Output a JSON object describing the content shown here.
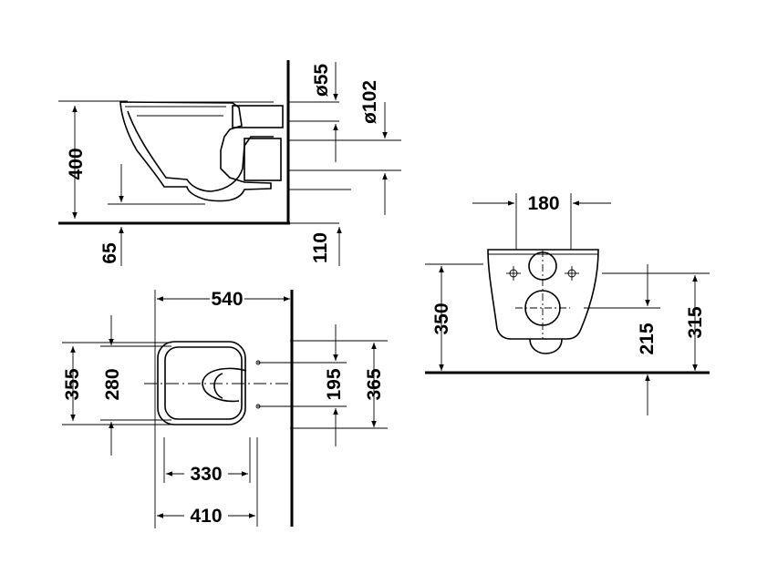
{
  "side_view": {
    "dims": {
      "height_400": "400",
      "floor_65": "65",
      "dia_55": "ø55",
      "dia_102": "ø102",
      "outlet_110": "110"
    }
  },
  "top_view": {
    "dims": {
      "length_540": "540",
      "width_355": "355",
      "width_280": "280",
      "spacing_195": "195",
      "width_365": "365",
      "depth_330": "330",
      "depth_410": "410"
    }
  },
  "front_view": {
    "dims": {
      "bolt_180": "180",
      "height_350": "350",
      "height_215": "215",
      "height_315": "315"
    }
  }
}
